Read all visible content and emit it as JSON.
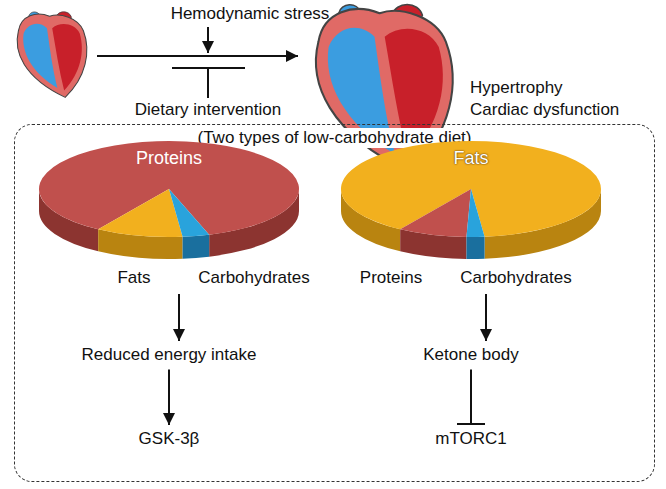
{
  "diagram": {
    "nodes": [
      {
        "text": [
          "(Two types of low-carbohydrate diet)"
        ]
      },
      {
        "text": [
          "Proteins",
          "Fats",
          "Carbohydrates"
        ],
        "in": 0
      },
      {
        "text": [
          "Reduced energy intake"
        ],
        "in": 0
      },
      {
        "text": [
          "GSK-3β"
        ],
        "in": 0
      },
      {
        "text": [
          "Fats",
          "Proteins",
          "Carbohydrates"
        ],
        "in": 0
      },
      {
        "text": [
          "Ketone body"
        ],
        "in": 0
      },
      {
        "text": [
          "mTORC1"
        ],
        "in": 0
      }
    ],
    "edges": [
      {
        "from": 1,
        "to": 2,
        "arrow": "to"
      },
      {
        "from": 2,
        "to": 3,
        "arrow": "to"
      },
      {
        "from": 4,
        "to": 5,
        "arrow": "to"
      },
      {
        "from": 5,
        "to": 6,
        "arrow": "none"
      }
    ],
    "labels": [
      "Hemodynamic stress",
      "Dietary intervention",
      "Hypertrophy",
      "Cardiac dysfunction"
    ]
  }
}
